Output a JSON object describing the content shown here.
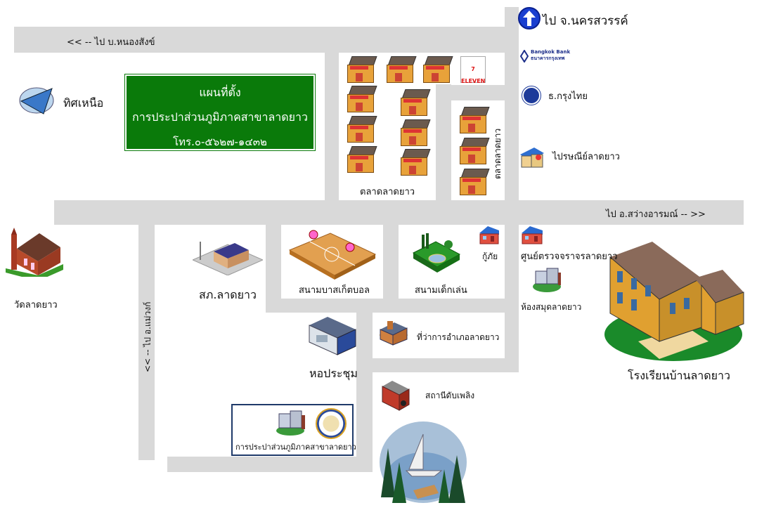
{
  "title_box": {
    "title": "แผนที่ตั้ง",
    "subtitle": "การประปาส่วนภูมิภาคสาขาลาดยาว",
    "phone": "โทร.๐-๕๖๒๗-๑๔๓๒"
  },
  "north": {
    "label": "ทิศเหนือ",
    "icon": "compass-arrow-icon"
  },
  "roads": {
    "top_left": "<< -- ไป บ.หนองสังข์",
    "top_right": "ไป จ.นครสวรรค์",
    "main_right": "ไป อ.สว่างอารมณ์ -- >>",
    "left_vertical": "<< -- ไป อ.แม่วงก์"
  },
  "places": {
    "bangkok_bank_en": "Bangkok Bank",
    "bangkok_bank_th": "ธนาคารกรุงเทพ",
    "krungthai": "ธ.กรุงไทย",
    "post_office": "ไปรษณีย์ลาดยาว",
    "seven_eleven": "7 ELEVEN",
    "market": "ตลาดลาดยาว",
    "market_vertical": "ตลาดลาดยาว",
    "temple": "วัดลาดยาว",
    "police": "สภ.ลาดยาว",
    "basketball": "สนามบาสเก็ตบอล",
    "playground": "สนามเด็กเล่น",
    "rescue": "กู้ภัย",
    "checkpoint": "ศูนย์ตรวจจราจรลาดยาว",
    "library": "ห้องสมุดลาดยาว",
    "school": "โรงเรียนบ้านลาดยาว",
    "district_office": "ที่ว่าการอำเภอลาดยาว",
    "hall": "หอประชุม",
    "fire_station": "สถานีดับเพลิง",
    "waterworks": "การประปาส่วนภูมิภาคสาขาลาดยาว"
  },
  "colors": {
    "road": "#d9d9d9",
    "sign_green": "#0a7a0a",
    "arrow_blue": "#1a3fd0"
  }
}
